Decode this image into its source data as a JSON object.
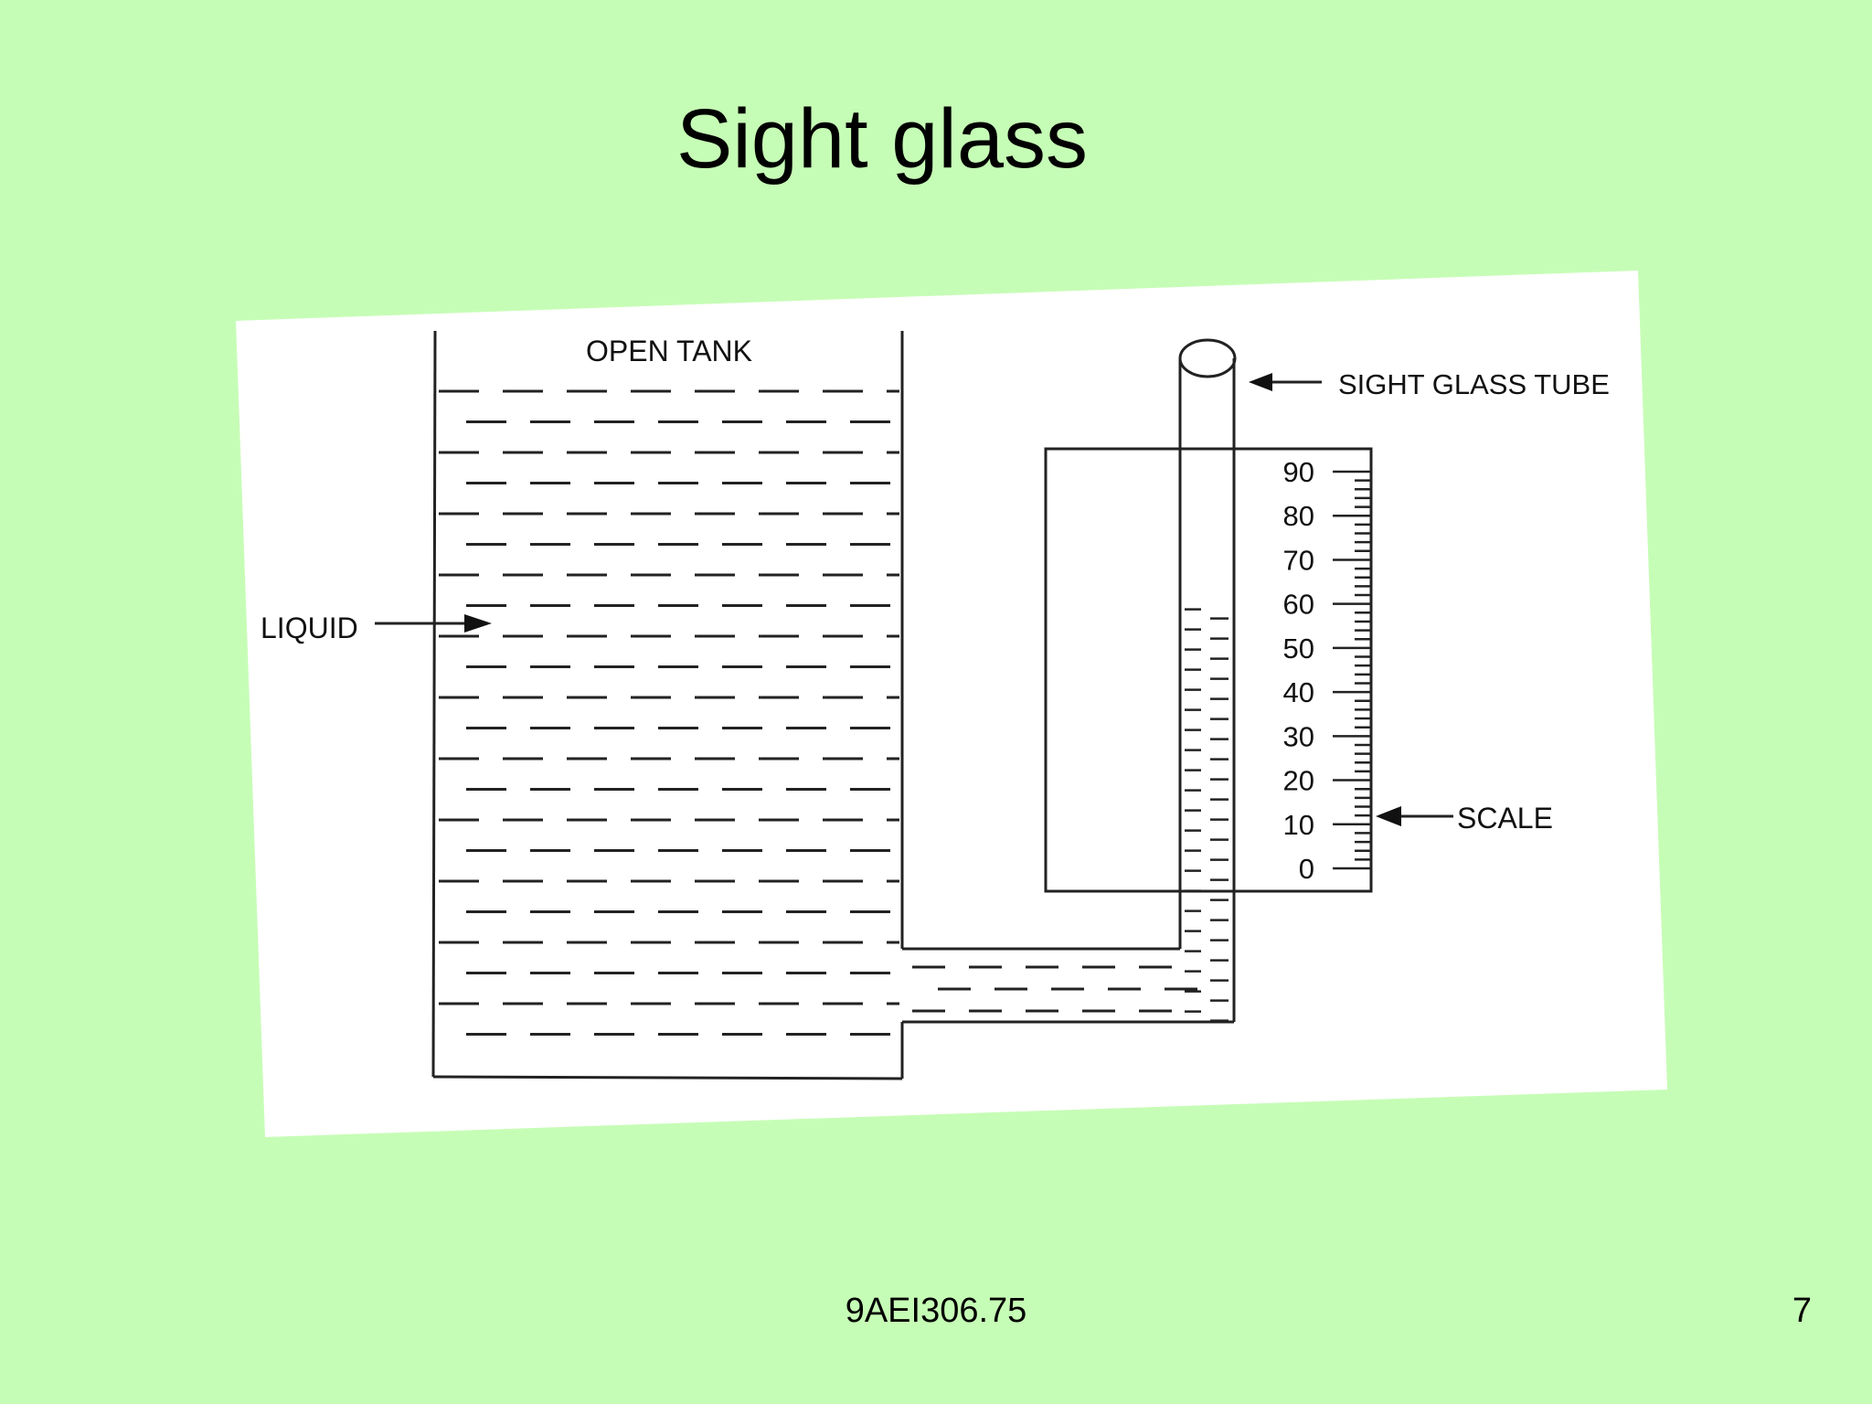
{
  "slide": {
    "title": "Sight glass",
    "footer_code": "9AEI306.75",
    "page_number": "7"
  },
  "diagram": {
    "tank_label": "OPEN TANK",
    "liquid_label": "LIQUID",
    "tube_label": "SIGHT GLASS TUBE",
    "scale_label": "SCALE",
    "scale_ticks": [
      "90",
      "80",
      "70",
      "60",
      "50",
      "40",
      "30",
      "20",
      "10",
      "0"
    ],
    "liquid_level": 60
  },
  "colors": {
    "background": "#c6fdb6",
    "figure": "#ffffff",
    "ink": "#111111"
  }
}
